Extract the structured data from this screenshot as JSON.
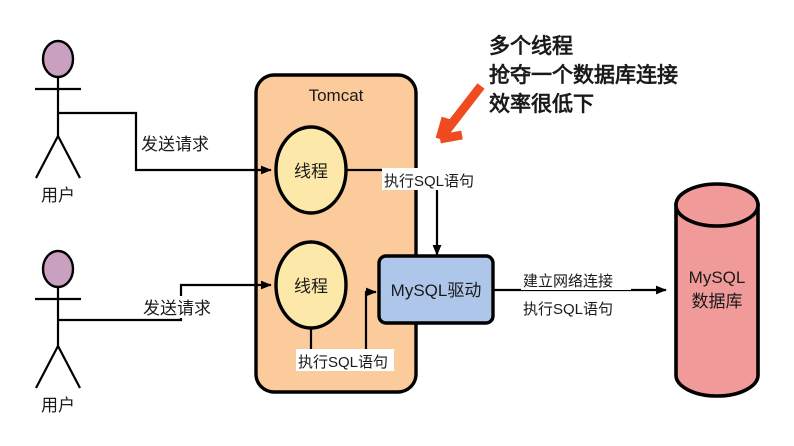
{
  "diagram": {
    "title_text": "Tomcat",
    "actors": [
      {
        "id": "user-top",
        "label": "用户"
      },
      {
        "id": "user-bottom",
        "label": "用户"
      }
    ],
    "threads": [
      {
        "id": "thread-top",
        "label": "线程"
      },
      {
        "id": "thread-bottom",
        "label": "线程"
      }
    ],
    "driver": {
      "label": "MySQL驱动"
    },
    "database": {
      "line1": "MySQL",
      "line2": "数据库"
    },
    "edge_labels": {
      "request_top": "发送请求",
      "request_bottom": "发送请求",
      "sql_top": "执行SQL语句",
      "sql_bottom": "执行SQL语句",
      "network_line1": "建立网络连接",
      "network_line2": "执行SQL语句"
    },
    "annotation": {
      "line1": "多个线程",
      "line2": "抢夺一个数据库连接",
      "line3": "效率很低下"
    },
    "colors": {
      "tomcat_fill": "#FBCB9C",
      "thread_fill": "#FCE8A8",
      "driver_fill": "#AEC6EA",
      "database_fill": "#F09A99",
      "actor_head_fill": "#C9A0C0",
      "annotation_red": "#F04A20",
      "stroke": "#000000",
      "canvas_bg": "#FFFFFF"
    }
  }
}
